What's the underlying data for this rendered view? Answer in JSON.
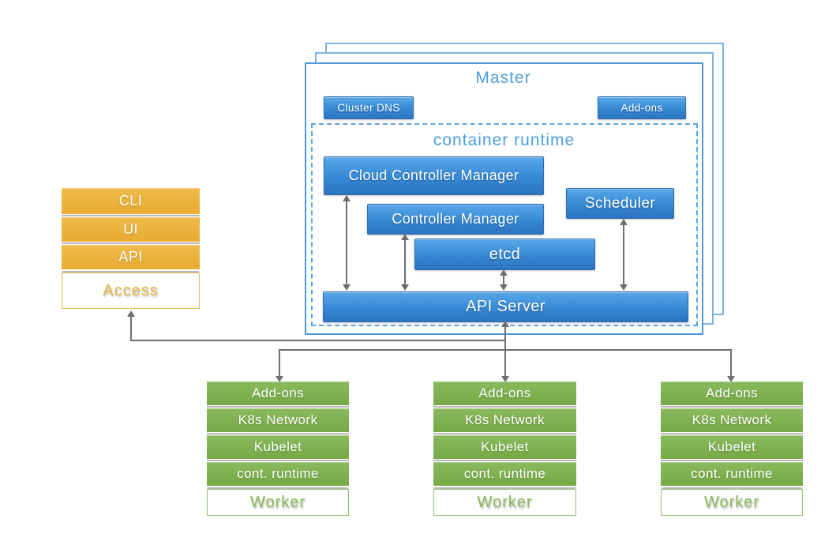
{
  "colors": {
    "blue_box_top": "#58a8e7",
    "blue_box_bottom": "#2d74c1",
    "master_border": "#4f97d5",
    "back_layer_border": "#7db3e2",
    "dashed_border": "#55a5e0",
    "blue_title_text": "#4d9edb",
    "orange_box": "#eab440",
    "green_box": "#7fb150",
    "arrow_gray": "#6e6e6e",
    "separator_gray": "#9b9b9b"
  },
  "master": {
    "title": "Master",
    "cluster_dns_label": "Cluster DNS",
    "addons_label": "Add-ons",
    "container_runtime": {
      "title": "container runtime",
      "cloud_controller_manager": "Cloud Controller Manager",
      "controller_manager": "Controller Manager",
      "etcd": "etcd",
      "scheduler": "Scheduler",
      "api_server": "API Server"
    }
  },
  "access_stack": {
    "items": [
      "CLI",
      "UI",
      "API"
    ],
    "label": "Access"
  },
  "workers": [
    {
      "items": [
        "Add-ons",
        "K8s Network",
        "Kubelet",
        "cont. runtime"
      ],
      "label": "Worker"
    },
    {
      "items": [
        "Add-ons",
        "K8s Network",
        "Kubelet",
        "cont. runtime"
      ],
      "label": "Worker"
    },
    {
      "items": [
        "Add-ons",
        "K8s Network",
        "Kubelet",
        "cont. runtime"
      ],
      "label": "Worker"
    }
  ]
}
